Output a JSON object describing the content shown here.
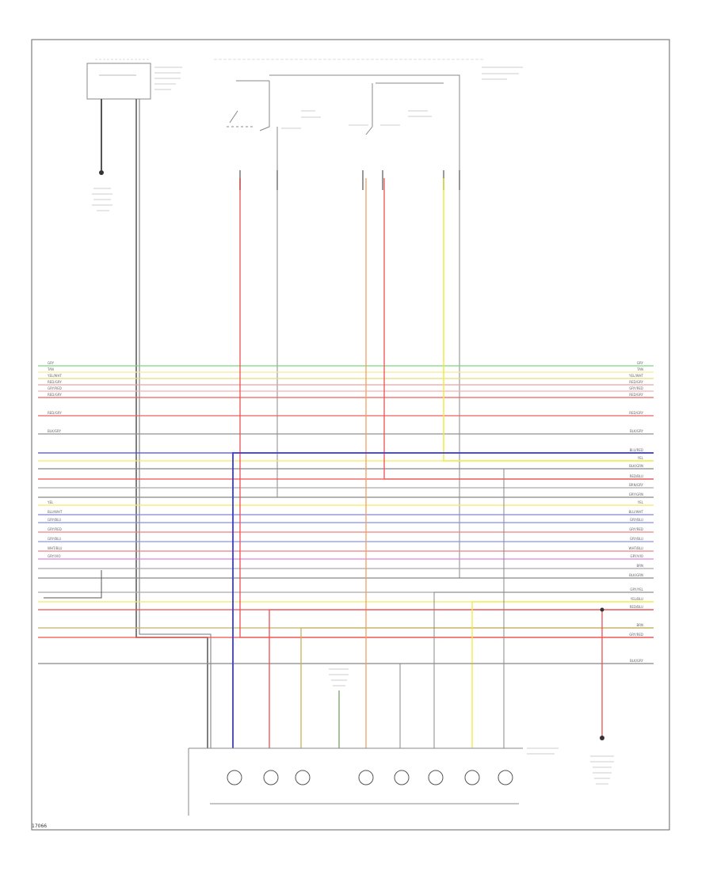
{
  "figure_id": "17066",
  "bus": {
    "rows": [
      {
        "color": "#7ad67a",
        "left_label": "GRY",
        "right_label": "GRY"
      },
      {
        "color": "#f2ec9a",
        "left_label": "TAN",
        "right_label": "TAN"
      },
      {
        "color": "#e8dc7a",
        "left_label": "YEL/WHT",
        "right_label": "YEL/WHT"
      },
      {
        "color": "#f0a0a0",
        "left_label": "RED/GRY",
        "right_label": "RED/GRY"
      },
      {
        "color": "#f4b0b0",
        "left_label": "GRY/RED",
        "right_label": "GRY/RED"
      },
      {
        "color": "#ee6060",
        "left_label": "RED/GRY",
        "right_label": "RED/GRY"
      },
      {
        "color": "#ee6060",
        "left_label": "RED/GRY",
        "right_label": "RED/GRY"
      },
      {
        "color": "#909090",
        "left_label": "BLK/GRY",
        "right_label": "BLK/GRY"
      },
      {
        "color": "#4a4ae0",
        "left_label": "",
        "right_label": "BLU/RED"
      },
      {
        "color": "#f0ec60",
        "left_label": "",
        "right_label": "YEL"
      },
      {
        "color": "#888888",
        "left_label": "",
        "right_label": "BLK/GRN"
      },
      {
        "color": "#ee5050",
        "left_label": "",
        "right_label": "RED/BLU"
      },
      {
        "color": "#aaaaaa",
        "left_label": "",
        "right_label": "BRN/GRY"
      },
      {
        "color": "#888888",
        "left_label": "",
        "right_label": "GRY/GRN"
      },
      {
        "color": "#f0ec60",
        "left_label": "YEL",
        "right_label": "YEL"
      },
      {
        "color": "#8080f0",
        "left_label": "BLU/WHT",
        "right_label": "BLU/WHT"
      },
      {
        "color": "#8a8aee",
        "left_label": "GRY/BLU",
        "right_label": "GRY/BLU"
      },
      {
        "color": "#ee8080",
        "left_label": "GRY/RED",
        "right_label": "GRY/RED"
      },
      {
        "color": "#9090f0",
        "left_label": "GRY/BLU",
        "right_label": "GRY/BLU"
      },
      {
        "color": "#ee8080",
        "left_label": "WHT/BLU",
        "right_label": "WHT/BLU"
      },
      {
        "color": "#e080e0",
        "left_label": "GRY/VIO",
        "right_label": "GRY/VIO"
      },
      {
        "color": "#aaaaaa",
        "left_label": "",
        "right_label": "BRN"
      },
      {
        "color": "#888888",
        "left_label": "",
        "right_label": "BLK/GRN"
      },
      {
        "color": "#aaaaaa",
        "left_label": "",
        "right_label": "GRY/YEL"
      },
      {
        "color": "#f0ec60",
        "left_label": "",
        "right_label": "YEL/BLU"
      },
      {
        "color": "#ee5050",
        "left_label": "",
        "right_label": "RED/BLU"
      },
      {
        "color": "#c8b060",
        "left_label": "",
        "right_label": "BRN"
      },
      {
        "color": "#ee5050",
        "left_label": "",
        "right_label": "GRY/RED"
      },
      {
        "color": "#888888",
        "left_label": "",
        "right_label": "BLK/GRY"
      }
    ]
  }
}
